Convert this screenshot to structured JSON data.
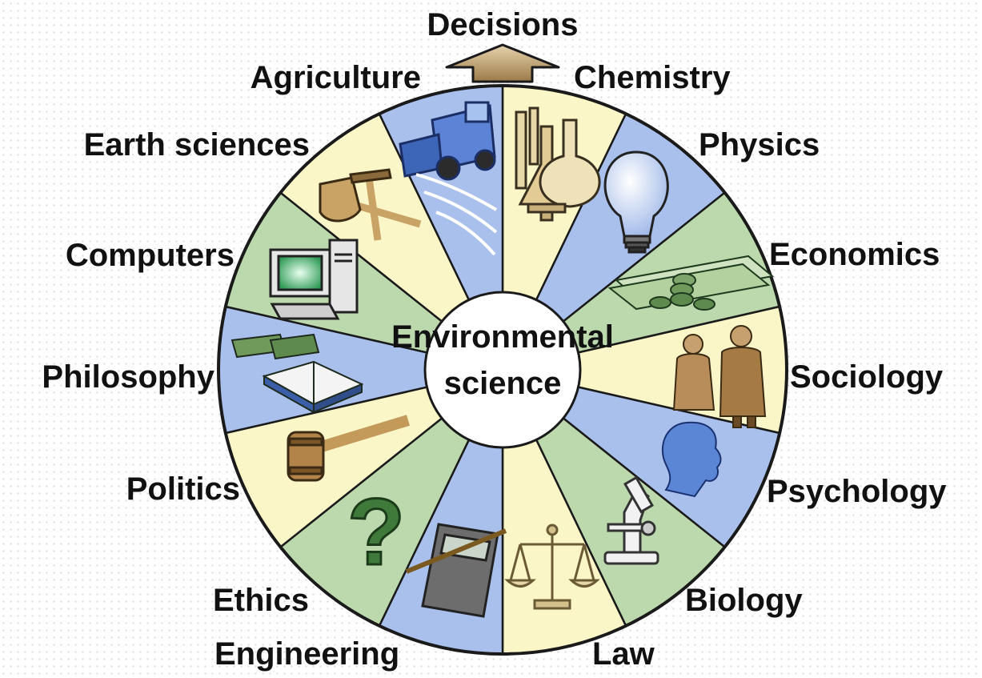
{
  "top_label": "Decisions",
  "center_label": {
    "line1": "Environmental",
    "line2": "science"
  },
  "colors": {
    "blue": "#a9c0ec",
    "yellow": "#fbf6c8",
    "green": "#bcd8ad",
    "outline": "#1a1a1a",
    "arrow": "#b89a6a"
  },
  "segments": [
    {
      "label": "Chemistry",
      "color": "yellow",
      "icon": "flasks-icon"
    },
    {
      "label": "Physics",
      "color": "blue",
      "icon": "light-bulb-icon"
    },
    {
      "label": "Economics",
      "color": "green",
      "icon": "money-icon"
    },
    {
      "label": "Sociology",
      "color": "yellow",
      "icon": "people-icon"
    },
    {
      "label": "Psychology",
      "color": "blue",
      "icon": "head-icon"
    },
    {
      "label": "Biology",
      "color": "green",
      "icon": "microscope-icon"
    },
    {
      "label": "Law",
      "color": "yellow",
      "icon": "scales-icon"
    },
    {
      "label": "Engineering",
      "color": "blue",
      "icon": "calculator-icon"
    },
    {
      "label": "Ethics",
      "color": "green",
      "icon": "question-mark-icon"
    },
    {
      "label": "Politics",
      "color": "yellow",
      "icon": "gavel-icon"
    },
    {
      "label": "Philosophy",
      "color": "blue",
      "icon": "books-icon"
    },
    {
      "label": "Computers",
      "color": "green",
      "icon": "computer-icon"
    },
    {
      "label": "Earth sciences",
      "color": "yellow",
      "icon": "pick-shovel-icon"
    },
    {
      "label": "Agriculture",
      "color": "blue",
      "icon": "combine-harvester-icon"
    }
  ]
}
